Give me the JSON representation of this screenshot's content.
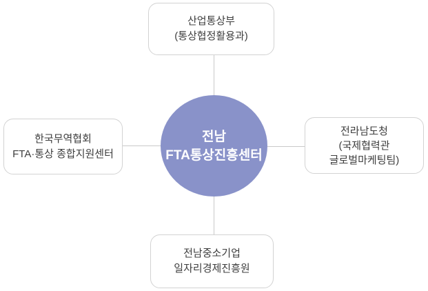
{
  "diagram": {
    "title": "Jeonnam FTA trade promotion center organization diagram",
    "center": {
      "lines": [
        "전남",
        "FTA통상진흥센터"
      ],
      "bg_color": "#8992c9",
      "text_color": "#ffffff"
    },
    "nodes": {
      "top": {
        "lines": [
          "산업통상부",
          "(통상협정활용과)"
        ]
      },
      "left": {
        "lines": [
          "한국무역협회",
          "FTA·통상 종합지원센터"
        ]
      },
      "right": {
        "lines": [
          "전라남도청",
          "(국제협력관",
          "글로벌마케팅팀)"
        ]
      },
      "bottom": {
        "lines": [
          "전남중소기업",
          "일자리경제진흥원"
        ]
      }
    },
    "colors": {
      "background": "#ffffff",
      "box_border": "#d2d2d2",
      "box_text": "#3d3d3d",
      "connector": "#c9c9c9",
      "center_fill": "#8992c9",
      "center_text": "#ffffff"
    }
  }
}
